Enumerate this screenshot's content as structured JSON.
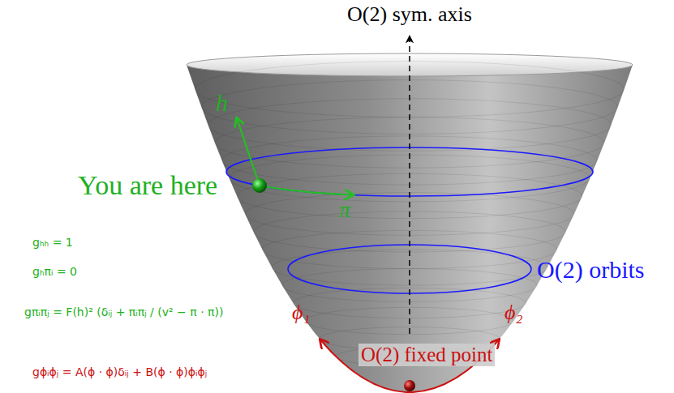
{
  "diagram": {
    "labels": [
      "O(2) sym. axis",
      "h",
      "You are here",
      "π",
      "O(2) orbits",
      "ϕ₁",
      "ϕ₂",
      "O(2) fixed point",
      "gₕₕ = 1",
      "gₕπᵢ = 0",
      "gπᵢπⱼ = F(h)² (δᵢⱼ + πᵢπⱼ / (v² − π · π))",
      "gϕᵢϕⱼ = A(ϕ · ϕ)δᵢⱼ + B(ϕ · ϕ)ϕᵢϕⱼ"
    ]
  }
}
